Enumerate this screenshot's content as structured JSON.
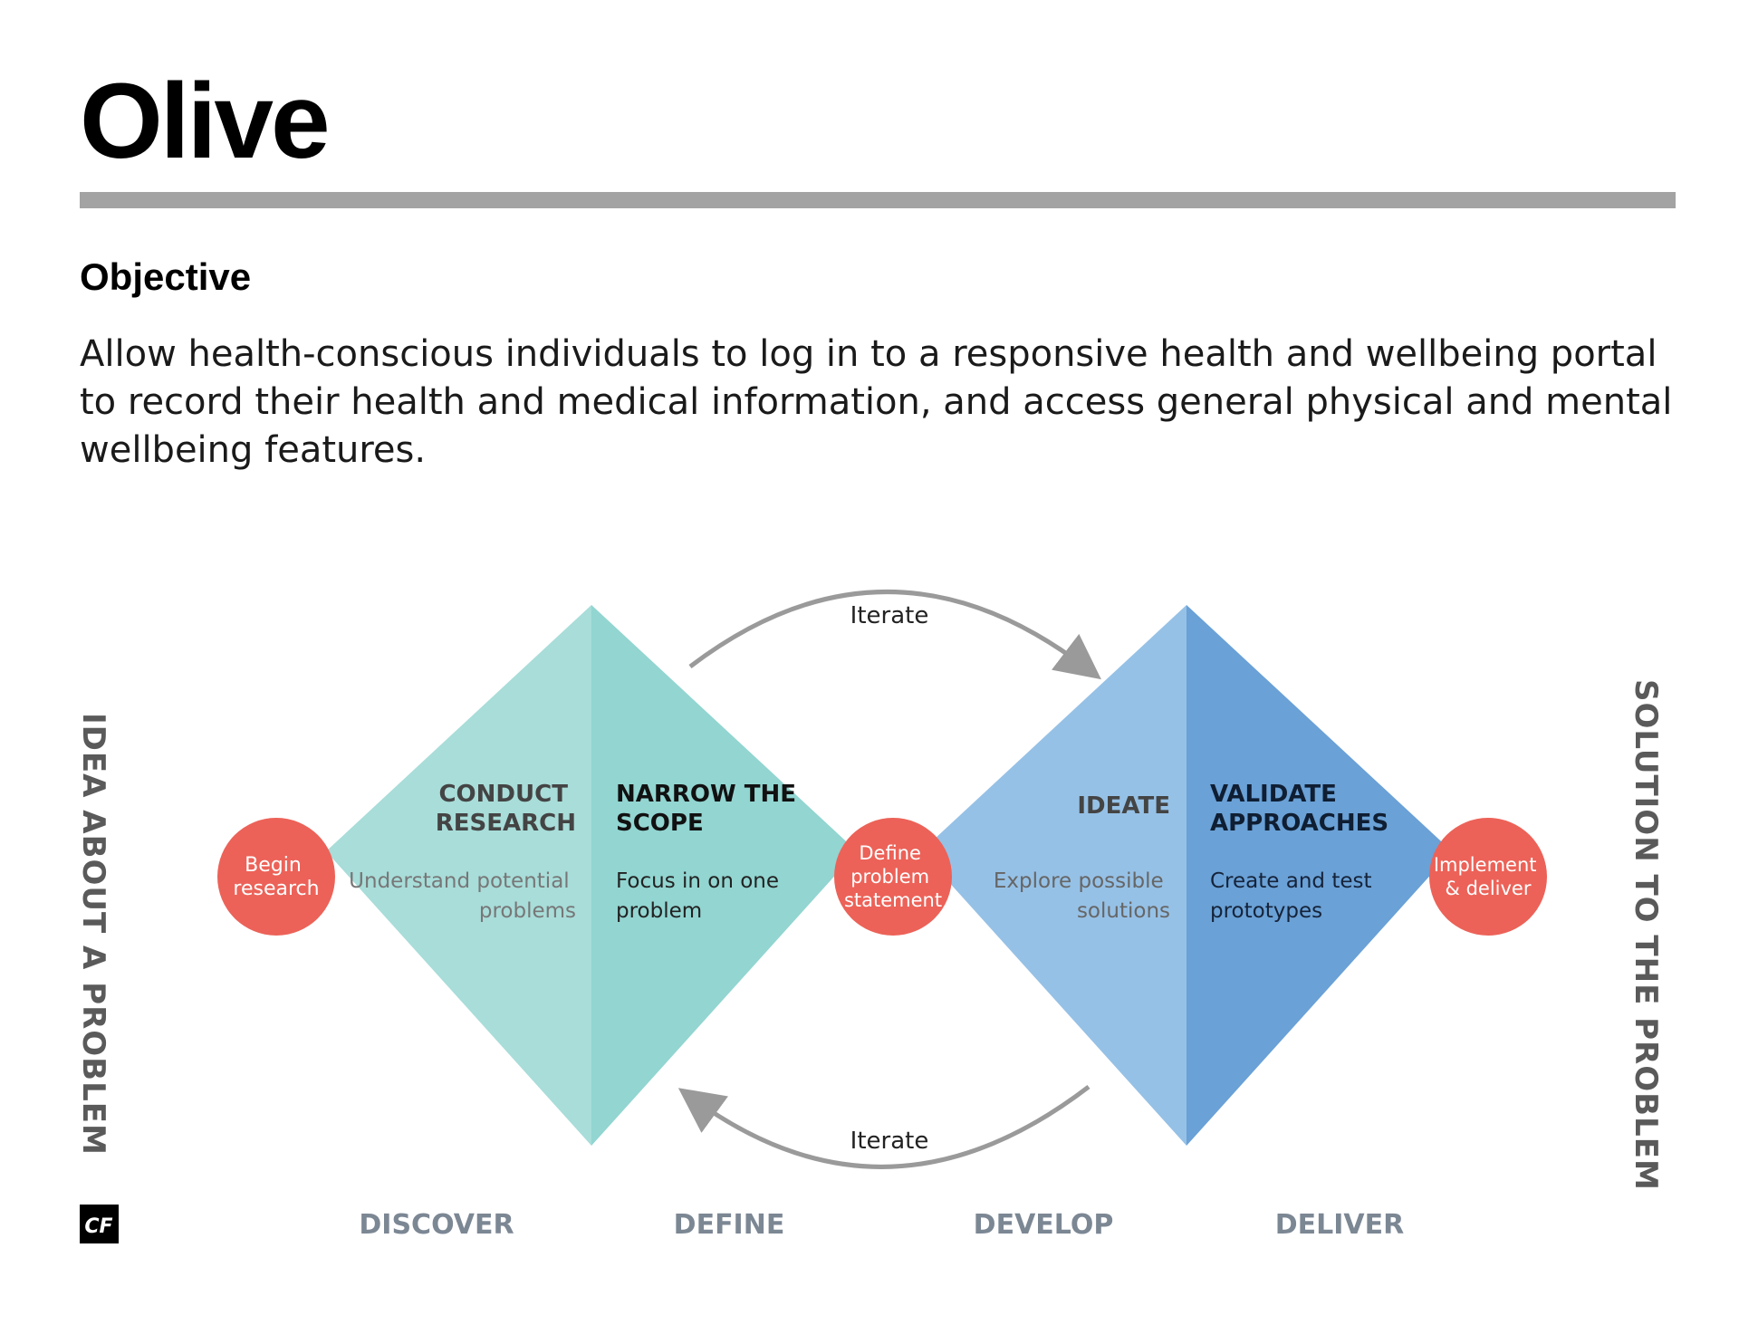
{
  "page": {
    "title": "Olive",
    "objective_heading": "Objective",
    "objective_text": "Allow health-conscious individuals to log in to a responsive health and wellbeing portal to record their health and medical information, and access general physical and mental wellbeing features."
  },
  "diagram": {
    "left_label": "IDEA ABOUT A PROBLEM",
    "right_label": "SOLUTION TO THE PROBLEM",
    "iterate_top": "Iterate",
    "iterate_bottom": "Iterate",
    "logo_text": "CF",
    "nodes": {
      "begin": [
        "Begin",
        "research"
      ],
      "define": [
        "Define",
        "problem",
        "statement"
      ],
      "implement": [
        "Implement",
        "& deliver"
      ]
    },
    "quadrants": {
      "conduct": {
        "title": [
          "CONDUCT",
          "RESEARCH"
        ],
        "desc": [
          "Understand potential",
          "problems"
        ]
      },
      "narrow": {
        "title": [
          "NARROW THE",
          "SCOPE"
        ],
        "desc": [
          "Focus in on one",
          "problem"
        ]
      },
      "ideate": {
        "title": [
          "IDEATE"
        ],
        "desc": [
          "Explore possible",
          "solutions"
        ]
      },
      "validate": {
        "title": [
          "VALIDATE",
          "APPROACHES"
        ],
        "desc": [
          "Create and test",
          "prototypes"
        ]
      }
    },
    "phases": [
      "DISCOVER",
      "DEFINE",
      "DEVELOP",
      "DELIVER"
    ],
    "colors": {
      "teal_light": "#a8ddd9",
      "teal_dark": "#92d5d1",
      "blue_light": "#96c1e6",
      "blue_dark": "#6aa1d6",
      "node_red": "#ec6258",
      "arrow_gray": "#9a9a9a",
      "phase_gray": "#7c8794",
      "vertical_gray": "#5a5a5a",
      "desc_gray": "#777777"
    }
  }
}
